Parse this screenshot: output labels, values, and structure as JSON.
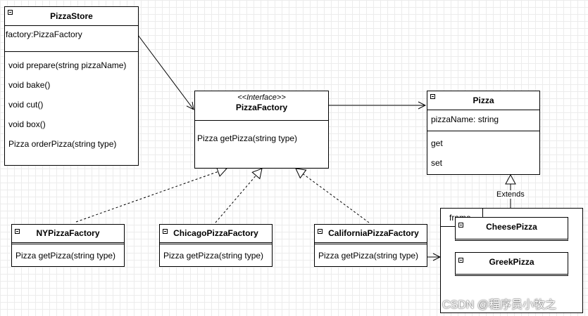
{
  "classes": {
    "pizza_store": {
      "name": "PizzaStore",
      "attributes": [
        "factory:PizzaFactory"
      ],
      "methods": [
        "void prepare(string pizzaName)",
        "void bake()",
        "void cut()",
        "void box()",
        "Pizza orderPizza(string type)"
      ]
    },
    "pizza_factory": {
      "stereotype": "<<Interface>>",
      "name": "PizzaFactory",
      "methods": [
        "Pizza getPizza(string type)"
      ]
    },
    "pizza": {
      "name": "Pizza",
      "attributes": [
        "pizzaName: string"
      ],
      "methods": [
        "get",
        "set"
      ]
    },
    "ny_factory": {
      "name": "NYPizzaFactory",
      "methods": [
        "Pizza getPizza(string type)"
      ]
    },
    "chicago_factory": {
      "name": "ChicagoPizzaFactory",
      "methods": [
        "Pizza getPizza(string type)"
      ]
    },
    "california_factory": {
      "name": "CaliforniaPizzaFactory",
      "methods": [
        "Pizza getPizza(string type)"
      ]
    },
    "cheese_pizza": {
      "name": "CheesePizza"
    },
    "greek_pizza": {
      "name": "GreekPizza"
    }
  },
  "frame": {
    "label": "frame"
  },
  "edges": {
    "extends_label": "Extends"
  },
  "watermark": "CSDN @程序员小牧之"
}
